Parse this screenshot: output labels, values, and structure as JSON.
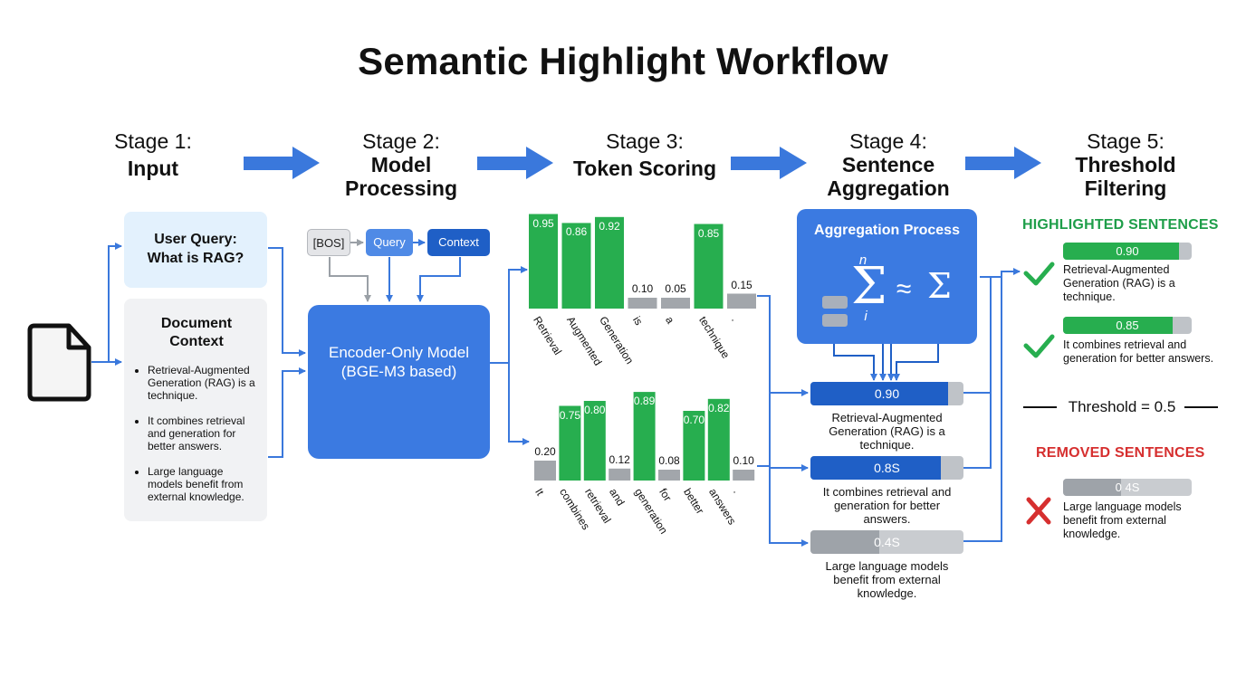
{
  "title": "Semantic Highlight Workflow",
  "stages": [
    {
      "number": "Stage 1:",
      "name": "Input"
    },
    {
      "number": "Stage 2:",
      "name": "Model\nProcessing"
    },
    {
      "number": "Stage 3:",
      "name": "Token Scoring"
    },
    {
      "number": "Stage 4:",
      "name": "Sentence\nAggregation"
    },
    {
      "number": "Stage 5:",
      "name": "Threshold\nFiltering"
    }
  ],
  "input": {
    "icon": "document-icon",
    "query_line1": "User Query:",
    "query_line2": "What is RAG?",
    "document_title_line1": "Document",
    "document_title_line2": "Context",
    "document_sentences": [
      "Retrieval-Augmented Generation (RAG) is a technique.",
      "It combines retrieval and generation for better answers.",
      "Large language models benefit from external knowledge."
    ]
  },
  "model": {
    "tokens": [
      "[BOS]",
      "Query",
      "Context"
    ],
    "encoder_line1": "Encoder-Only Model",
    "encoder_line2": "(BGE-M3 based)"
  },
  "token_scores": {
    "groups": [
      {
        "tokens": [
          {
            "token": "Retrieval",
            "score": "0.95",
            "value": 0.95
          },
          {
            "token": "Augmented",
            "score": "0.86",
            "value": 0.86
          },
          {
            "token": "Generation",
            "score": "0.92",
            "value": 0.92
          },
          {
            "token": "is",
            "score": "0.10",
            "value": 0.1
          },
          {
            "token": "a",
            "score": "0.05",
            "value": 0.05
          },
          {
            "token": "technique",
            "score": "0.85",
            "value": 0.85
          },
          {
            "token": ".",
            "score": "0.15",
            "value": 0.15
          }
        ]
      },
      {
        "tokens": [
          {
            "token": "It",
            "score": "0.20",
            "value": 0.2
          },
          {
            "token": "combines",
            "score": "0.75",
            "value": 0.75
          },
          {
            "token": "retrieval",
            "score": "0.80",
            "value": 0.8
          },
          {
            "token": "and",
            "score": "0.12",
            "value": 0.12
          },
          {
            "token": "generation",
            "score": "0.89",
            "value": 0.89
          },
          {
            "token": "for",
            "score": "0.08",
            "value": 0.08
          },
          {
            "token": "better",
            "score": "0.70",
            "value": 0.7
          },
          {
            "token": "answers",
            "score": "0.82",
            "value": 0.82
          },
          {
            "token": ".",
            "score": "0.10",
            "value": 0.1
          }
        ]
      }
    ]
  },
  "aggregation": {
    "title": "Aggregation Process",
    "formula_upper": "n",
    "formula_lower": "i",
    "formula_symbol": "Σ",
    "formula_approx": "≈",
    "sentences": [
      {
        "score": "0.90",
        "value": 0.9,
        "text": "Retrieval-Augmented Generation (RAG) is a technique."
      },
      {
        "score": "0.8S",
        "value": 0.85,
        "text": "It combines retrieval and generation for better answers."
      },
      {
        "score": "0.4S",
        "value": 0.45,
        "text": "Large language models benefit from external knowledge."
      }
    ]
  },
  "filtering": {
    "highlighted_title": "HIGHLIGHTED SENTENCES",
    "highlighted": [
      {
        "score": "0.90",
        "value": 0.9,
        "text": "Retrieval-Augmented Generation (RAG) is a technique."
      },
      {
        "score": "0.85",
        "value": 0.85,
        "text": "It combines retrieval and generation for better answers."
      }
    ],
    "threshold_label": "Threshold = 0.5",
    "removed_title": "REMOVED SENTENCES",
    "removed": [
      {
        "score": "0 4S",
        "value": 0.45,
        "text": "Large language models benefit from external knowledge."
      }
    ]
  },
  "colors": {
    "arrow_blue": "#3a78dc",
    "box_blue": "#3b7ae1",
    "dark_blue": "#1f5fc6",
    "green": "#27ae4f",
    "green_title": "#1e9e49",
    "red_title": "#d62f2f",
    "gray_bar": "#a2a6ab"
  }
}
